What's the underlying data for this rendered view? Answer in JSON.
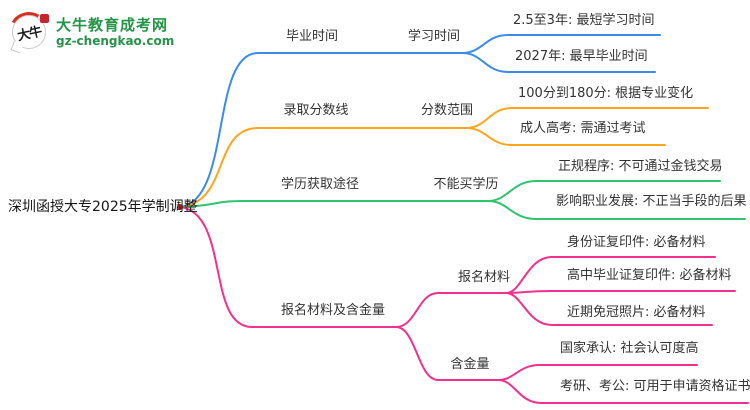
{
  "site": {
    "logo_icon_text": "大牛",
    "title": "大牛教育成考网",
    "domain": "gz-chengkao.com"
  },
  "colors": {
    "branch_blue": "#3b8ce8",
    "branch_orange": "#ffa41d",
    "branch_green": "#2ec56e",
    "branch_pink": "#f2318c",
    "logo_green": "#249446",
    "logo_red": "#d7301f",
    "root_dot": "#c62828",
    "label_text": "#333333"
  },
  "mindmap": {
    "root_label": "深圳函授大专2025年学制调整",
    "branches": [
      {
        "name": "毕业时间",
        "color": "#3b8ce8",
        "subtopic": "学习时间",
        "leaves": [
          "2.5至3年: 最短学习时间",
          "2027年: 最早毕业时间"
        ]
      },
      {
        "name": "录取分数线",
        "color": "#ffa41d",
        "subtopic": "分数范围",
        "leaves": [
          "100分到180分: 根据专业变化",
          "成人高考: 需通过考试"
        ]
      },
      {
        "name": "学历获取途径",
        "color": "#2ec56e",
        "subtopic": "不能买学历",
        "leaves": [
          "正规程序: 不可通过金钱交易",
          "影响职业发展: 不正当手段的后果"
        ]
      },
      {
        "name": "报名材料及含金量",
        "color": "#f2318c",
        "children": [
          {
            "name": "报名材料",
            "leaves": [
              "身份证复印件: 必备材料",
              "高中毕业证复印件: 必备材料",
              "近期免冠照片: 必备材料"
            ]
          },
          {
            "name": "含金量",
            "leaves": [
              "国家承认: 社会认可度高",
              "考研、考公: 可用于申请资格证书"
            ]
          }
        ]
      }
    ]
  }
}
